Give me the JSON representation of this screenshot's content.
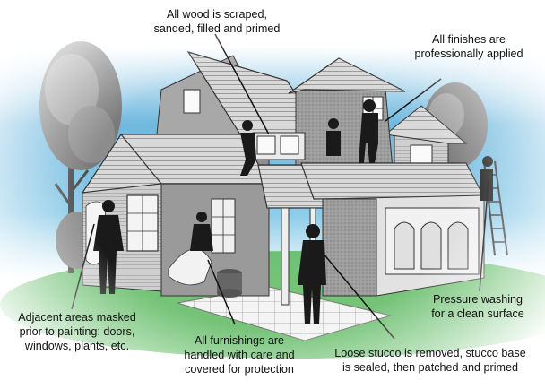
{
  "colors": {
    "sky_top": "#4aa0cf",
    "sky_mid": "#8ccbe8",
    "haze": "#ffffff",
    "grass": "#54b35a",
    "wall_light": "#e9e9e9",
    "wall_mid": "#bcbcbc",
    "wall_dark": "#8c8c8c",
    "roof": "#d7d7d7",
    "ink": "#111111",
    "figure": "#1a1a1a"
  },
  "icons": [
    "house-illustration",
    "tree-icon",
    "worker-figure-icon",
    "ladder-icon",
    "trash-can-icon"
  ],
  "captions": {
    "wood": [
      "All wood is scraped,",
      "sanded, filled and primed"
    ],
    "finishes": [
      "All finishes are",
      "professionally applied"
    ],
    "pressure": [
      "Pressure washing",
      "for a clean surface"
    ],
    "adjacent": [
      "Adjacent areas masked",
      "prior to painting: doors,",
      "windows, plants, etc."
    ],
    "furnishings": [
      "All furnishings are",
      "handled with care and",
      "covered for protection"
    ],
    "stucco": [
      "Loose stucco is removed, stucco base",
      "is sealed, then patched and primed"
    ]
  }
}
